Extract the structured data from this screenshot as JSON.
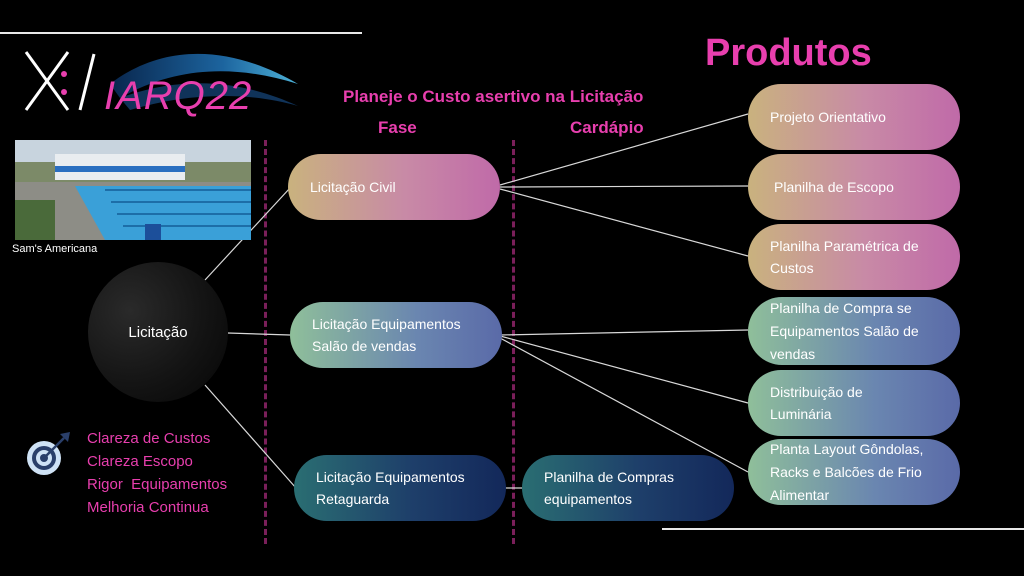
{
  "logo": {
    "text": "IARQ22"
  },
  "title": "Produtos",
  "subtitle": "Planeje o Custo asertivo na Licitação",
  "columns": {
    "phase": "Fase",
    "menu": "Cardápio"
  },
  "photo_caption": "Sam's Americana",
  "center_node": "Licitação",
  "phases": [
    {
      "label": "Licitação Civil"
    },
    {
      "label": "Licitação Equipamentos\nSalão de vendas"
    },
    {
      "label": "Licitação Equipamentos\nRetaguarda"
    }
  ],
  "menu_item": "Planilha de Compras\nequipamentos",
  "products": [
    {
      "label": "Projeto Orientativo"
    },
    {
      "label": "Planilha de Escopo"
    },
    {
      "label": "Planilha Paramétrica de\nCustos"
    },
    {
      "label": "Planilha de Compra se\nEquipamentos Salão de\nvendas"
    },
    {
      "label": "Distribuição de\nLuminária"
    },
    {
      "label": "Planta Layout Gôndolas,\nRacks e Balcões de Frio\nAlimentar"
    }
  ],
  "goals": [
    "Clareza de Custos",
    "Clareza Escopo",
    "Rigor  Equipamentos",
    "Melhoria Continua"
  ],
  "colors": {
    "accent": "#e83fae",
    "background": "#000000",
    "divider": "#7a1f5a"
  },
  "icons": {
    "target": "target-arrow-icon"
  }
}
